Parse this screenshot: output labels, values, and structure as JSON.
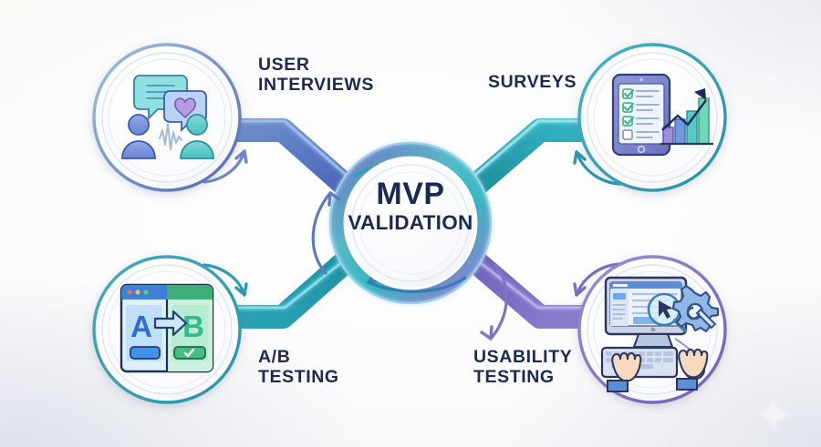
{
  "diagram": {
    "title": "MVP Validation methods hub-and-spoke diagram",
    "background_color": "#f4f5f8"
  },
  "hub": {
    "name": "mvp-validation-hub",
    "title": "MVP",
    "subtitle": "VALIDATION",
    "text_color": "#1b2a54",
    "ring_colors": [
      "#6f7fc4",
      "#2fb3bd",
      "#8f7fd0",
      "#5a6fc0"
    ]
  },
  "nodes": [
    {
      "id": "user-interviews",
      "label": "USER\nINTERVIEWS",
      "position": "top-left",
      "ring_color": "#5b7fc7",
      "ribbon_color": "#5b7fc7",
      "icon": "two-people-speech-bubbles-icon",
      "icon_description": "Two person figures with chat bubbles, one containing text lines and one containing a heart, with an audio waveform between them"
    },
    {
      "id": "surveys",
      "label": "SURVEYS",
      "position": "top-right",
      "ring_color": "#2fa6b5",
      "ribbon_color": "#2fa6b5",
      "icon": "tablet-checklist-chart-icon",
      "icon_description": "Tablet showing a checklist with three green checkmarks and one empty box beside a rising bar chart with an upward arrow"
    },
    {
      "id": "ab-testing",
      "label": "A/B\nTESTING",
      "position": "bottom-left",
      "ring_color": "#2a9aae",
      "ribbon_color": "#2a9aae",
      "icon": "ab-split-browser-icon",
      "icon_description": "Split browser window with blue A panel and green B panel, a right-pointing arrow between them, a blue button and a green check button"
    },
    {
      "id": "usability-testing",
      "label": "USABILITY\nTESTING",
      "position": "bottom-right",
      "ring_color": "#7d70c4",
      "ribbon_color": "#7d70c4",
      "icon": "desktop-keyboard-hands-gear-icon",
      "icon_description": "Desktop monitor with magnifier and cursor, a gear with wrench, and a keyboard plus mouse operated by two hands"
    }
  ],
  "decorations": {
    "sparkle": "four-point-sparkle",
    "arrow_count": 8
  }
}
